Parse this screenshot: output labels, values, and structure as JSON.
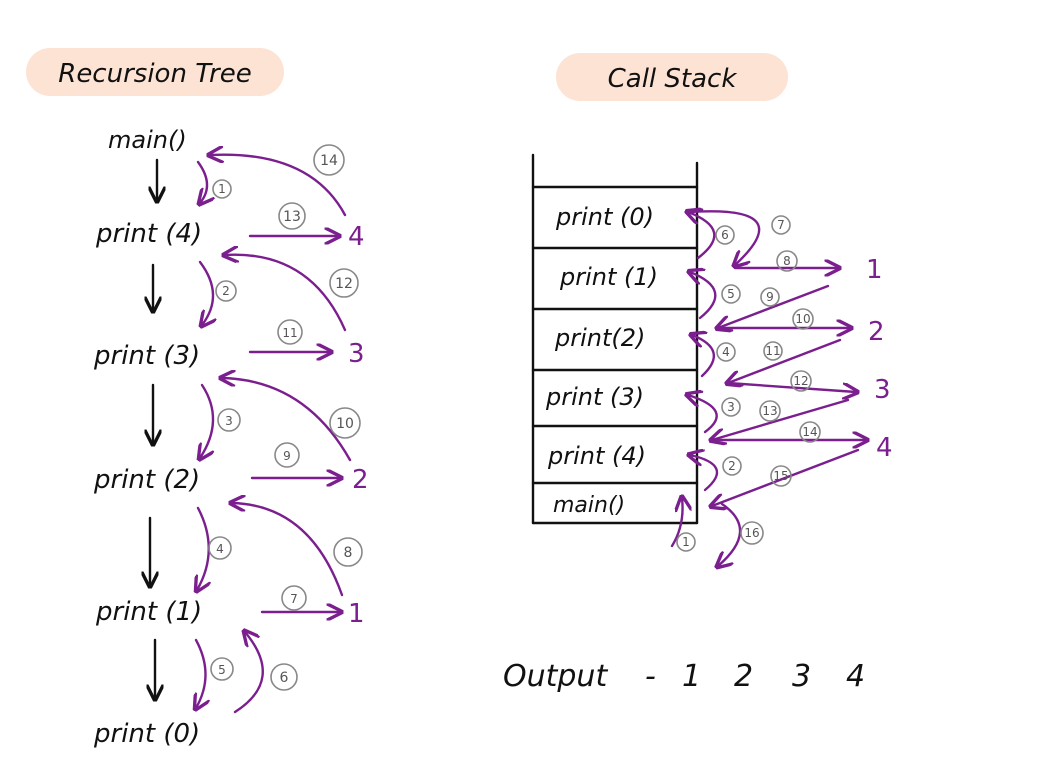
{
  "colors": {
    "accent": "#7b1f8f",
    "header_bg": "#fde3d3",
    "ink": "#111111",
    "step_circle": "#888888"
  },
  "tree": {
    "heading": "Recursion Tree",
    "nodes": [
      "main()",
      "print (4)",
      "print (3)",
      "print (2)",
      "print (1)",
      "print (0)"
    ],
    "outputs": [
      "4",
      "3",
      "2",
      "1"
    ]
  },
  "stack": {
    "heading": "Call Stack",
    "frames": [
      "print (0)",
      "print (1)",
      "print(2)",
      "print (3)",
      "print (4)",
      "main()"
    ],
    "outputs": [
      "1",
      "2",
      "3",
      "4"
    ]
  },
  "output": {
    "label": "Output",
    "dash": "-",
    "values": [
      "1",
      "2",
      "3",
      "4"
    ]
  }
}
